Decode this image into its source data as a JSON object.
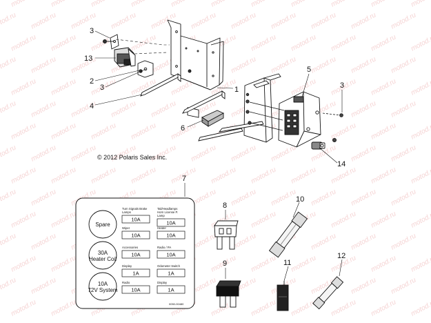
{
  "callouts": {
    "c1": "1",
    "c2": "2",
    "c3a": "3",
    "c3b": "3",
    "c3c": "3",
    "c4": "4",
    "c5": "5",
    "c6": "6",
    "c7": "7",
    "c8": "8",
    "c9": "9",
    "c10": "10",
    "c11": "11",
    "c12": "12",
    "c13": "13",
    "c14": "14"
  },
  "copyright": "© 2012 Polaris Sales Inc.",
  "watermark": "motod.ru",
  "fuse_label": {
    "circles": [
      {
        "line1": "Spare",
        "line2": ""
      },
      {
        "line1": "30A",
        "line2": "Heater Coil"
      },
      {
        "line1": "10A",
        "line2": "72V System"
      }
    ],
    "slots": [
      {
        "name": "Turn Signals Brake Lamps",
        "amp": "10A"
      },
      {
        "name": "Tail/Headlamps Horn License P. Lamp",
        "amp": "10A"
      },
      {
        "name": "Wiper",
        "amp": "10A"
      },
      {
        "name": "Heater",
        "amp": "10A"
      },
      {
        "name": "Accessories",
        "amp": "10A"
      },
      {
        "name": "Radio / PA",
        "amp": "10A"
      },
      {
        "name": "Display",
        "amp": "1A"
      },
      {
        "name": "Odometer Switch",
        "amp": "1A"
      },
      {
        "name": "Radio",
        "amp": "10A"
      },
      {
        "name": "Display",
        "amp": "1A"
      }
    ],
    "part_number": "0050-00480"
  }
}
